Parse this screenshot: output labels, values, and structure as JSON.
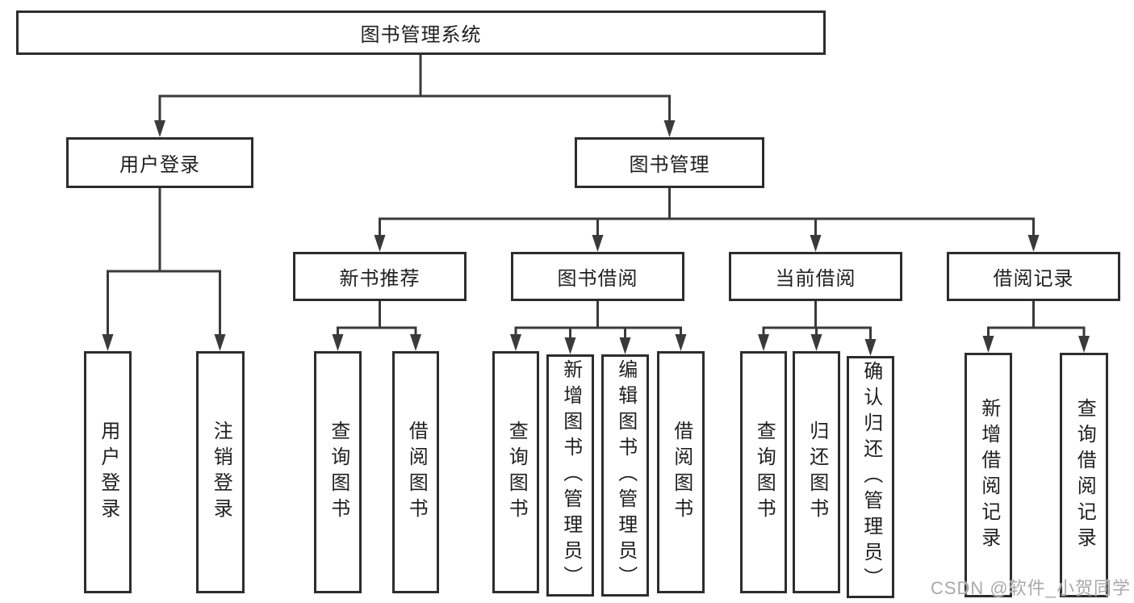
{
  "diagram": {
    "root": {
      "label": "图书管理系统"
    },
    "level2": {
      "user_login": {
        "label": "用户登录"
      },
      "book_management": {
        "label": "图书管理"
      }
    },
    "level3": {
      "new_book_recommend": {
        "label": "新书推荐"
      },
      "book_borrowing": {
        "label": "图书借阅"
      },
      "current_borrowing": {
        "label": "当前借阅"
      },
      "borrowing_records": {
        "label": "借阅记录"
      }
    },
    "leaves": {
      "user_login": {
        "label": "用户登录"
      },
      "logout": {
        "label": "注销登录"
      },
      "recommend_query_books": {
        "label": "查询图书"
      },
      "recommend_borrow_books": {
        "label": "借阅图书"
      },
      "borrowing_query_books": {
        "label": "查询图书"
      },
      "borrowing_add_books_admin": {
        "label": "新增图书（管理员）"
      },
      "borrowing_edit_books_admin": {
        "label": "编辑图书（管理员）"
      },
      "borrowing_borrow_books": {
        "label": "借阅图书"
      },
      "current_query_books": {
        "label": "查询图书"
      },
      "current_return_books": {
        "label": "归还图书"
      },
      "current_confirm_return_admin": {
        "label": "确认归还（管理员）"
      },
      "records_add_record": {
        "label": "新增借阅记录"
      },
      "records_query_record": {
        "label": "查询借阅记录"
      }
    },
    "watermark": {
      "text": "CSDN @软件_小贺同学"
    },
    "colors": {
      "line": "#3a3a3a",
      "box_border": "#2d2d2d",
      "box_fill": "#ffffff",
      "text": "#1f1f1f",
      "watermark": "#a9a9a9"
    }
  }
}
